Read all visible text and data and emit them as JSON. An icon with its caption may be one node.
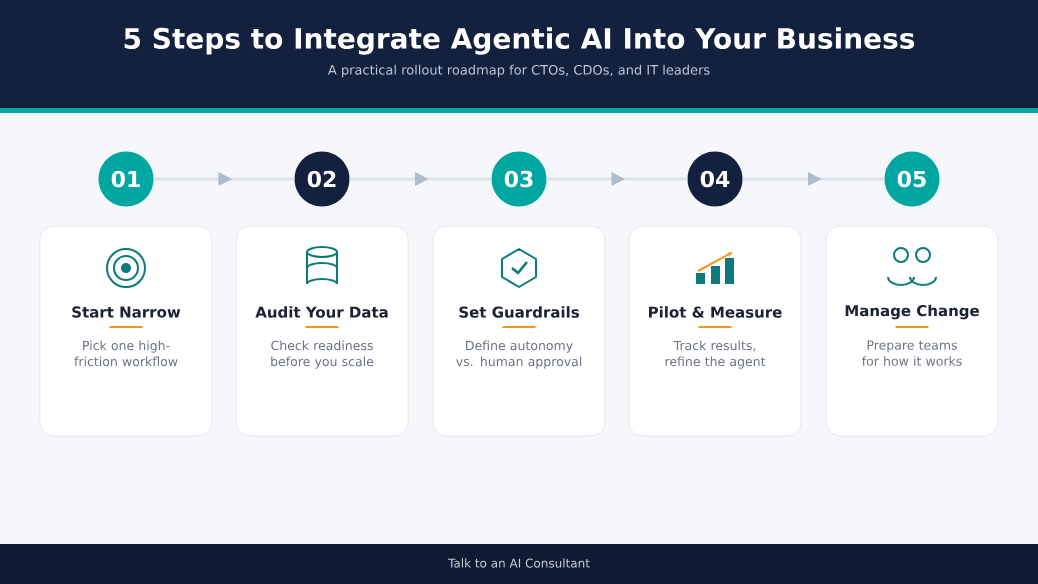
{
  "diagram": {
    "title": "5 Steps to Integrate Agentic AI Into Your Business",
    "nodes": [
      {
        "text": [
          "01"
        ]
      },
      {
        "text": [
          "02"
        ]
      },
      {
        "text": [
          "03"
        ]
      },
      {
        "text": [
          "04"
        ]
      },
      {
        "text": [
          "05"
        ]
      },
      {
        "text": [
          "Start Narrow",
          "Pick one high-friction workflow"
        ]
      },
      {
        "text": [
          "Audit Your Data",
          "Check readiness before you scale"
        ]
      },
      {
        "text": [
          "Set Guardrails",
          "Define autonomy vs. human approval"
        ]
      },
      {
        "text": [
          "Pilot & Measure",
          "Track results, refine the agent"
        ]
      },
      {
        "text": [
          "Manage Change",
          "Prepare teams for how it works"
        ]
      }
    ],
    "edges": [
      {
        "from": 0,
        "to": 1,
        "arrow": "to"
      },
      {
        "from": 1,
        "to": 2,
        "arrow": "to"
      },
      {
        "from": 2,
        "to": 3,
        "arrow": "to"
      },
      {
        "from": 3,
        "to": 4,
        "arrow": "to"
      }
    ],
    "labels": [
      "A practical rollout roadmap for CTOs, CDOs, and IT leaders",
      "Talk to an AI Consultant"
    ]
  }
}
